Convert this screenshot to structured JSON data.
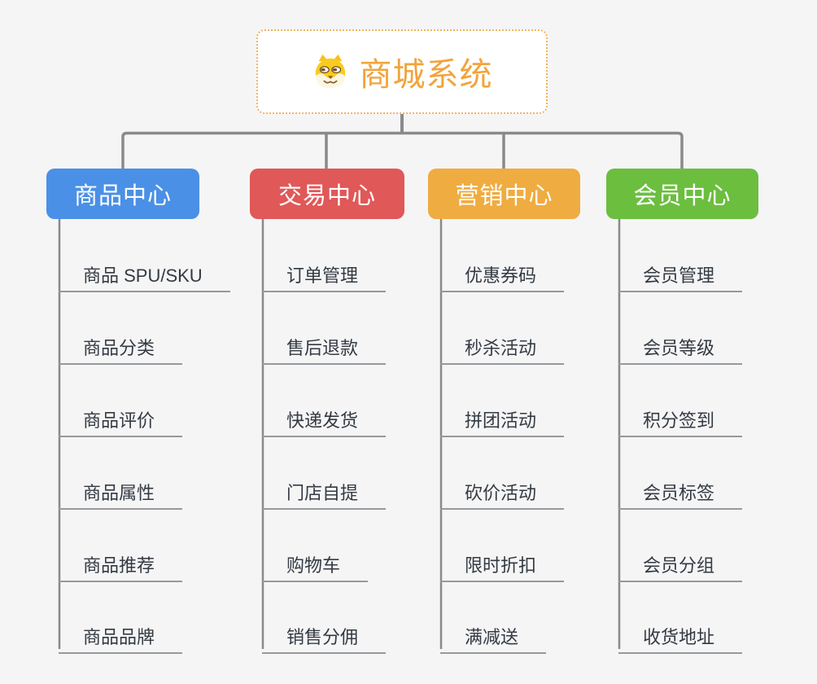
{
  "root": {
    "title": "商城系统",
    "icon_name": "doge-face-icon",
    "title_color": "#F1A43B",
    "border_color": "#EFB45F"
  },
  "connector_color": "#8A8A8A",
  "background_color": "#F5F5F6",
  "branches": [
    {
      "label": "商品中心",
      "color": "#4A90E6",
      "items": [
        "商品 SPU/SKU",
        "商品分类",
        "商品评价",
        "商品属性",
        "商品推荐",
        "商品品牌"
      ]
    },
    {
      "label": "交易中心",
      "color": "#E05858",
      "items": [
        "订单管理",
        "售后退款",
        "快递发货",
        "门店自提",
        "购物车",
        "销售分佣"
      ]
    },
    {
      "label": "营销中心",
      "color": "#EFAC40",
      "items": [
        "优惠券码",
        "秒杀活动",
        "拼团活动",
        "砍价活动",
        "限时折扣",
        "满减送"
      ]
    },
    {
      "label": "会员中心",
      "color": "#6CBE3F",
      "items": [
        "会员管理",
        "会员等级",
        "积分签到",
        "会员标签",
        "会员分组",
        "收货地址"
      ]
    }
  ]
}
